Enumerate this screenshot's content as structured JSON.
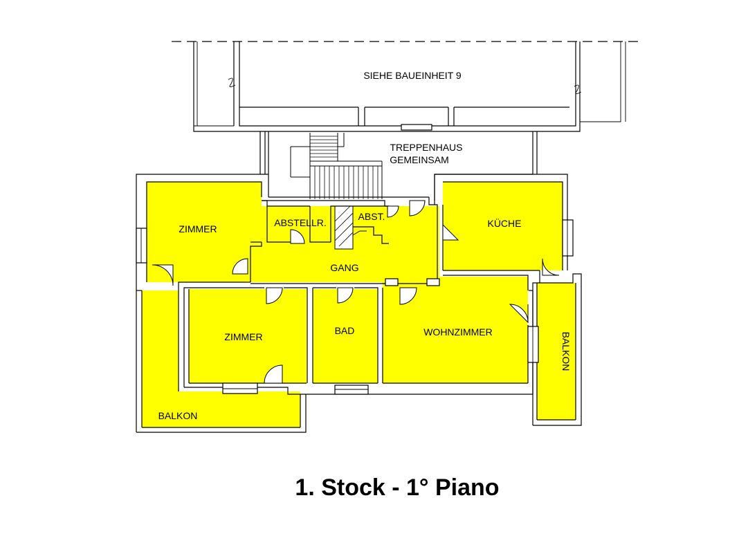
{
  "labels": {
    "siehe": "SIEHE BAUEINHEIT 9",
    "treppenhaus_1": "TREPPENHAUS",
    "treppenhaus_2": "GEMEINSAM",
    "zimmer_1": "ZIMMER",
    "abstellr": "ABSTELLR.",
    "abst": "ABST.",
    "kueche": "KÜCHE",
    "gang": "GANG",
    "zimmer_2": "ZIMMER",
    "bad": "BAD",
    "wohnzimmer": "WOHNZIMMER",
    "balkon_1": "BALKON",
    "balkon_2": "BALKON"
  },
  "title": "1. Stock - 1° Piano",
  "colors": {
    "room_fill": "#ffff00",
    "wall": "#000000"
  }
}
